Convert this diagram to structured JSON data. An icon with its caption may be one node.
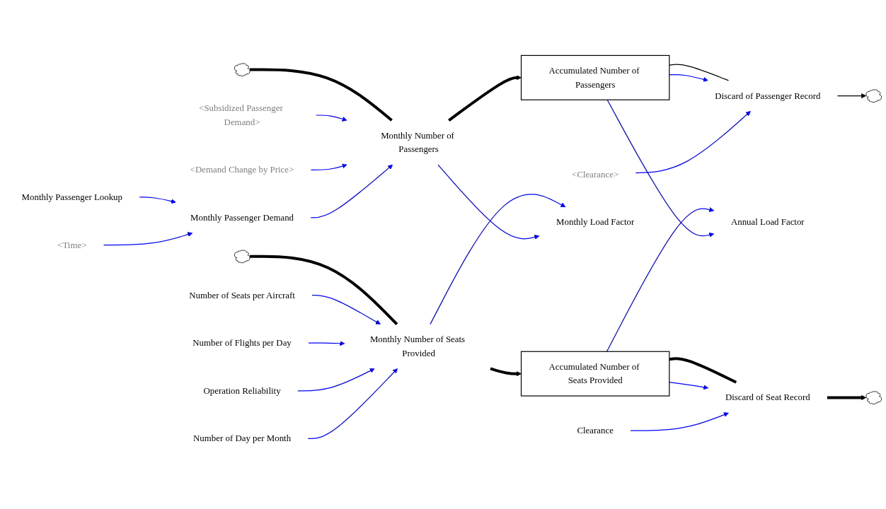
{
  "diagram": {
    "nodes": [
      {
        "text": [],
        "shape": "cloud"
      },
      {
        "text": [
          "Number of Seats per Aircraft"
        ]
      },
      {
        "text": [
          "Number of Flights per Day"
        ]
      },
      {
        "text": [
          "Operation Reliability"
        ]
      },
      {
        "text": [
          "Monthly Number of Seats Provided"
        ]
      },
      {
        "text": [
          "Accumulated Number of Seats Provided"
        ]
      },
      {
        "text": [
          "Clearance"
        ]
      },
      {
        "text": [
          "Discard of Seat Record"
        ]
      },
      {
        "text": [],
        "shape": "cloud"
      },
      {
        "text": [
          "Number of Day per Month"
        ]
      },
      {
        "text": [
          "Annual Load Factor"
        ]
      },
      {
        "text": [
          "Monthly Load Factor"
        ]
      },
      {
        "text": [],
        "shape": "cloud"
      },
      {
        "text": [
          "<Subsidized Passenger Demand>"
        ]
      },
      {
        "text": [
          "Monthly Number of Passengers"
        ]
      },
      {
        "text": [
          "Accumulated Number of Passengers"
        ]
      },
      {
        "text": [
          "Discard of Passenger Record"
        ]
      },
      {
        "text": [],
        "shape": "cloud"
      },
      {
        "text": [
          "<Demand Change by Price>"
        ]
      },
      {
        "text": [
          "Monthly Passenger Lookup"
        ]
      },
      {
        "text": [
          "Monthly Passenger Demand"
        ]
      },
      {
        "text": [
          "<Time>"
        ]
      },
      {
        "text": [
          "<Clearance>"
        ]
      }
    ],
    "edges": [
      {
        "from": 0,
        "to": 4,
        "arrow": "none",
        "style": "thick",
        "color": "#000000"
      },
      {
        "from": 4,
        "to": 5,
        "arrow": "to",
        "style": "thick",
        "color": "#000000"
      },
      {
        "from": 5,
        "to": 7,
        "arrow": "none",
        "style": "thick",
        "color": "#000000"
      },
      {
        "from": 7,
        "to": 8,
        "arrow": "to",
        "style": "thick",
        "color": "#000000"
      },
      {
        "from": 12,
        "to": 14,
        "arrow": "none",
        "style": "thick",
        "color": "#000000"
      },
      {
        "from": 14,
        "to": 15,
        "arrow": "to",
        "style": "thick",
        "color": "#000000"
      },
      {
        "from": 15,
        "to": 16,
        "arrow": "none",
        "color": "#000000"
      },
      {
        "from": 16,
        "to": 17,
        "arrow": "to",
        "color": "#000000"
      },
      {
        "from": 1,
        "to": 4,
        "arrow": "to"
      },
      {
        "from": 2,
        "to": 4,
        "arrow": "to"
      },
      {
        "from": 3,
        "to": 4,
        "arrow": "to"
      },
      {
        "from": 9,
        "to": 4,
        "arrow": "to"
      },
      {
        "from": 5,
        "to": 7,
        "arrow": "to"
      },
      {
        "from": 6,
        "to": 7,
        "arrow": "to"
      },
      {
        "from": 5,
        "to": 10,
        "arrow": "to"
      },
      {
        "from": 4,
        "to": 11,
        "arrow": "to"
      },
      {
        "from": 15,
        "to": 10,
        "arrow": "to"
      },
      {
        "from": 14,
        "to": 11,
        "arrow": "to"
      },
      {
        "from": 15,
        "to": 16,
        "arrow": "to"
      },
      {
        "from": 13,
        "to": 14,
        "arrow": "to"
      },
      {
        "from": 18,
        "to": 14,
        "arrow": "to"
      },
      {
        "from": 20,
        "to": 14,
        "arrow": "to"
      },
      {
        "from": 19,
        "to": 20,
        "arrow": "to"
      },
      {
        "from": 21,
        "to": 20,
        "arrow": "to"
      },
      {
        "from": 22,
        "to": 16,
        "arrow": "to"
      }
    ]
  }
}
